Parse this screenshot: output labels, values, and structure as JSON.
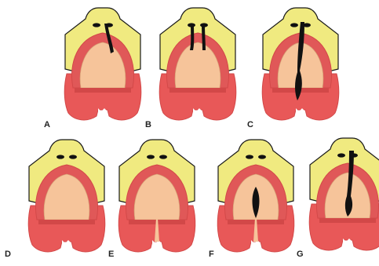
{
  "colors": {
    "outline": "#1a1a1a",
    "nose": "#f0ea80",
    "ridge": "#e05858",
    "palate": "#f6c49a",
    "lip": "#e85858",
    "lip_shadow": "#d24848",
    "cleft": "#111111"
  },
  "panels": [
    {
      "label": "A",
      "cleft": "left-lip-alveolus"
    },
    {
      "label": "B",
      "cleft": "bilateral-lip-alveolus"
    },
    {
      "label": "C",
      "cleft": "complete-unilateral"
    },
    {
      "label": "D",
      "cleft": "none"
    },
    {
      "label": "E",
      "cleft": "soft-palate-uvula"
    },
    {
      "label": "F",
      "cleft": "secondary-palate"
    },
    {
      "label": "G",
      "cleft": "unilateral-palate"
    }
  ]
}
